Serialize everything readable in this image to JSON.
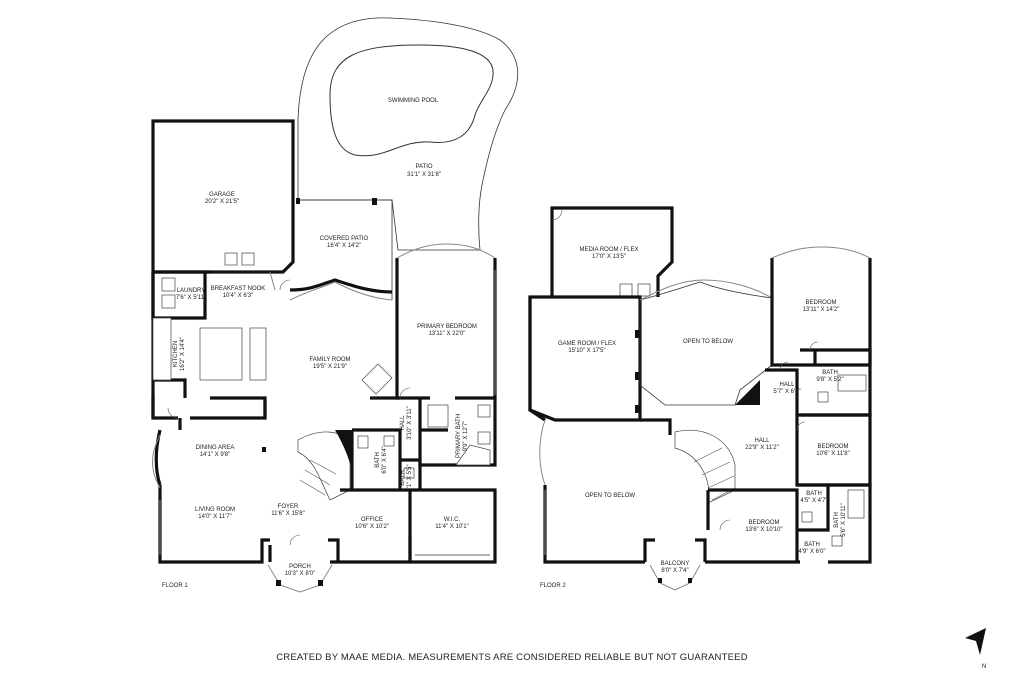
{
  "rooms": {
    "swimming_pool": {
      "name": "SWIMMING POOL",
      "size": ""
    },
    "patio": {
      "name": "PATIO",
      "size": "31'1\" X 31'8\""
    },
    "garage": {
      "name": "GARAGE",
      "size": "20'2\" X 21'5\""
    },
    "covered_patio": {
      "name": "COVERED PATIO",
      "size": "16'4\" X 14'2\""
    },
    "laundry": {
      "name": "LAUNDRY",
      "size": "7'6\" X 5'11\""
    },
    "breakfast_nook": {
      "name": "BREAKFAST NOOK",
      "size": "10'4\" X 6'3\""
    },
    "primary_bedroom": {
      "name": "PRIMARY BEDROOM",
      "size": "13'11\" X 22'0\""
    },
    "kitchen": {
      "name": "KITCHEN",
      "size": "16'2\" X 14'4\""
    },
    "family_room": {
      "name": "FAMILY ROOM",
      "size": "19'5\" X 21'9\""
    },
    "hall_f1": {
      "name": "HALL",
      "size": "3'10\" X 3'11\""
    },
    "primary_bath": {
      "name": "PRIMARY BATH",
      "size": "9'9\" X 12'7\""
    },
    "dining_area": {
      "name": "DINING AREA",
      "size": "14'1\" X 9'8\""
    },
    "bath_f1_a": {
      "name": "BATH",
      "size": "6'0\" X 6'4\""
    },
    "bath_f1_b": {
      "name": "BATH",
      "size": "3'1\" X 5'5\""
    },
    "living_room": {
      "name": "LIVING ROOM",
      "size": "14'0\" X 11'7\""
    },
    "foyer": {
      "name": "FOYER",
      "size": "11'6\" X 15'8\""
    },
    "office": {
      "name": "OFFICE",
      "size": "10'6\" X 10'2\""
    },
    "wic": {
      "name": "W.I.C.",
      "size": "11'4\" X 10'1\""
    },
    "porch": {
      "name": "PORCH",
      "size": "10'3\" X 8'0\""
    },
    "media_room": {
      "name": "MEDIA ROOM / FLEX",
      "size": "17'0\" X 13'5\""
    },
    "bedroom_f2_a": {
      "name": "BEDROOM",
      "size": "13'11\" X 14'2\""
    },
    "game_room": {
      "name": "GAME ROOM / FLEX",
      "size": "15'10\" X 17'5\""
    },
    "open_below_a": {
      "name": "OPEN TO BELOW",
      "size": ""
    },
    "bath_f2_a": {
      "name": "BATH",
      "size": "9'8\" X 5'2\""
    },
    "hall_f2_a": {
      "name": "HALL",
      "size": "5'7\" X 6'1\""
    },
    "hall_f2_b": {
      "name": "HALL",
      "size": "22'9\" X 11'2\""
    },
    "bedroom_f2_b": {
      "name": "BEDROOM",
      "size": "10'6\" X 11'8\""
    },
    "open_below_b": {
      "name": "OPEN TO BELOW",
      "size": ""
    },
    "bath_f2_b": {
      "name": "BATH",
      "size": "4'5\" X 4'7\""
    },
    "bedroom_f2_c": {
      "name": "BEDROOM",
      "size": "13'6\" X 10'10\""
    },
    "bath_f2_c": {
      "name": "BATH",
      "size": "5'6\" X 10'11\""
    },
    "bath_f2_d": {
      "name": "BATH",
      "size": "4'9\" X 6'0\""
    },
    "balcony": {
      "name": "BALCONY",
      "size": "8'0\" X 7'4\""
    }
  },
  "floors": {
    "floor1": "FLOOR 1",
    "floor2": "FLOOR 2"
  },
  "compass": {
    "north": "N"
  },
  "footer": {
    "text": "CREATED BY MAAE MEDIA. MEASUREMENTS ARE CONSIDERED RELIABLE BUT NOT GUARANTEED"
  }
}
